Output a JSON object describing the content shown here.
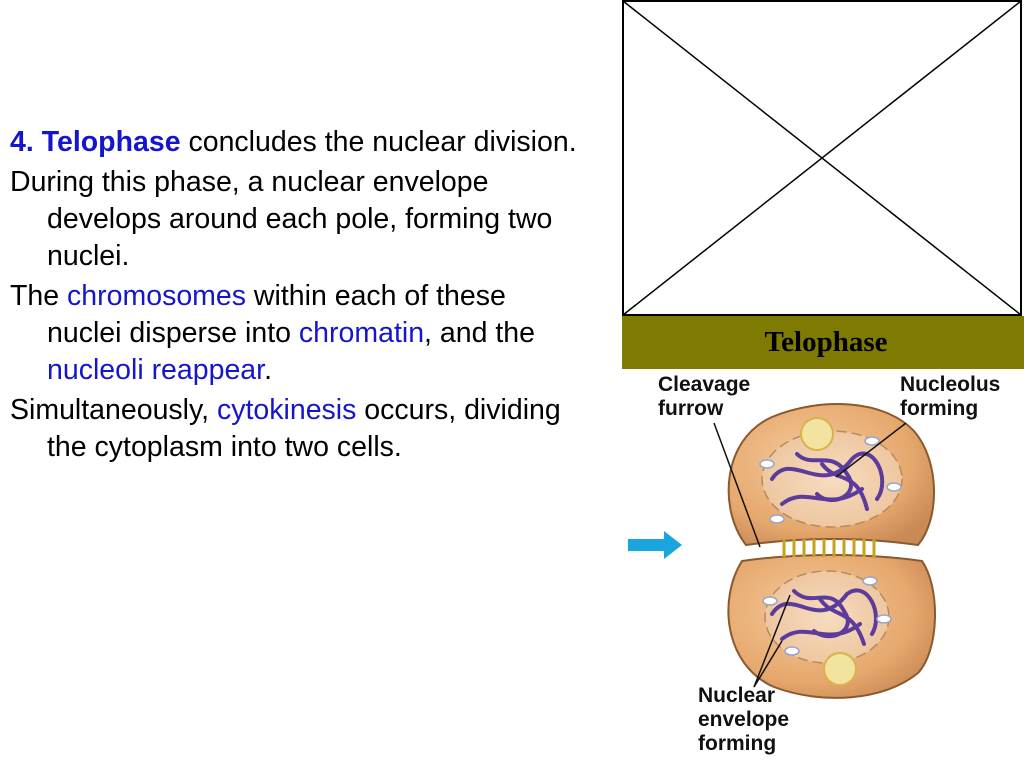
{
  "slide": {
    "item1": {
      "number": "4.",
      "term": "Telophase",
      "rest": " concludes the nuclear division."
    },
    "item2": {
      "text": "During this phase, a nuclear envelope develops around each pole, forming two nuclei."
    },
    "item3": {
      "t1": "The ",
      "chromosomes": "chromosomes",
      "t2": " within each of these nuclei disperse into ",
      "chromatin": "chromatin",
      "t3": ", and the ",
      "nucleoli": "nucleoli reappear",
      "t4": "."
    },
    "item4": {
      "t1": "Simultaneously, ",
      "cytokinesis": "cytokinesis",
      "t2": " occurs, dividing the cytoplasm into two cells."
    }
  },
  "figure": {
    "stage_label": "Telophase",
    "labels": {
      "cleavage_1": "Cleavage",
      "cleavage_2": "furrow",
      "nucleolus_1": "Nucleolus",
      "nucleolus_2": "forming",
      "envelope_1": "Nuclear",
      "envelope_2": "envelope",
      "envelope_3": "forming"
    }
  },
  "colors": {
    "highlight": "#1515cc",
    "stage_bar": "#7f7a02",
    "cell_fill": "#e9b37c",
    "chromosome": "#5b3c9c",
    "arrow": "#19a6de"
  }
}
